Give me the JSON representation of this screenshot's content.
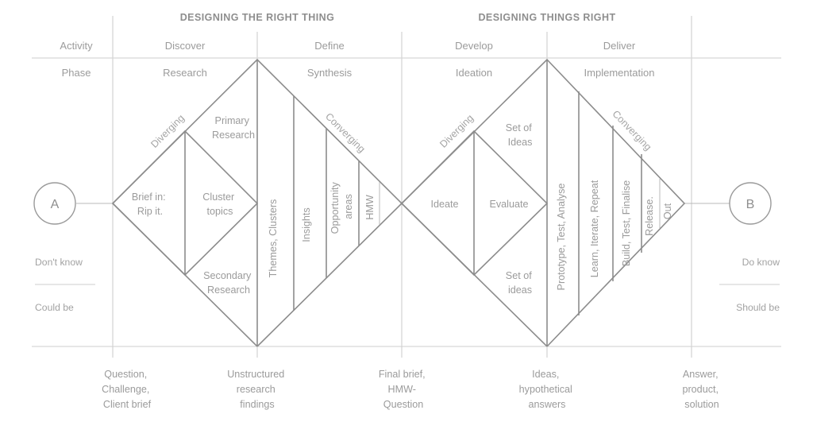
{
  "diagram": {
    "title_left": "DESIGNING THE RIGHT THING",
    "title_right": "DESIGNING THINGS RIGHT",
    "rows": [
      {
        "key": "activity",
        "label": "Activity",
        "values": [
          "Discover",
          "Define",
          "Develop",
          "Deliver"
        ]
      },
      {
        "key": "phase",
        "label": "Phase",
        "values": [
          "Research",
          "Synthesis",
          "Ideation",
          "Implementation"
        ]
      }
    ],
    "endpoints": {
      "start": {
        "label": "A",
        "state_top": "Don't know",
        "state_bottom": "Could be"
      },
      "end": {
        "label": "B",
        "state_top": "Do know",
        "state_bottom": "Should be"
      }
    },
    "diamond_one": {
      "diverging_label": "Diverging",
      "converging_label": "Converging",
      "cells": {
        "upper_right": "Primary Research",
        "upper_right_line1": "Primary",
        "upper_right_line2": "Research",
        "lower_right": "Secondary Research",
        "lower_right_line1": "Secondary",
        "lower_right_line2": "Research",
        "inner_left_line1": "Brief in:",
        "inner_left_line2": "Rip it.",
        "inner_right_line1": "Cluster",
        "inner_right_line2": "topics"
      },
      "converging_columns": [
        "Themes, Clusters",
        "Insights",
        "Opportunity areas",
        "HMW"
      ]
    },
    "diamond_two": {
      "diverging_label": "Diverging",
      "converging_label": "Converging",
      "cells": {
        "upper_right_line1": "Set of",
        "upper_right_line2": "Ideas",
        "lower_right_line1": "Set of",
        "lower_right_line2": "ideas",
        "inner_left": "Ideate",
        "inner_right": "Evaluate"
      },
      "converging_columns": [
        "Prototype, Test, Analyse",
        "Learn, Iterate, Repeat",
        "Build, Test, Finalise",
        "Release.",
        "Out"
      ]
    },
    "footer": [
      {
        "line1": "Question,",
        "line2": "Challenge,",
        "line3": "Client brief"
      },
      {
        "line1": "Unstructured",
        "line2": "research",
        "line3": "findings"
      },
      {
        "line1": "Final brief,",
        "line2": "HMW-",
        "line3": "Question"
      },
      {
        "line1": "Ideas,",
        "line2": "hypothetical",
        "line3": "answers"
      },
      {
        "line1": "Answer,",
        "line2": "product,",
        "line3": "solution"
      }
    ],
    "colors": {
      "stroke": "#8c8c8c",
      "text": "#9b9b9b",
      "grid": "#c9c9c9",
      "background": "#ffffff"
    }
  }
}
